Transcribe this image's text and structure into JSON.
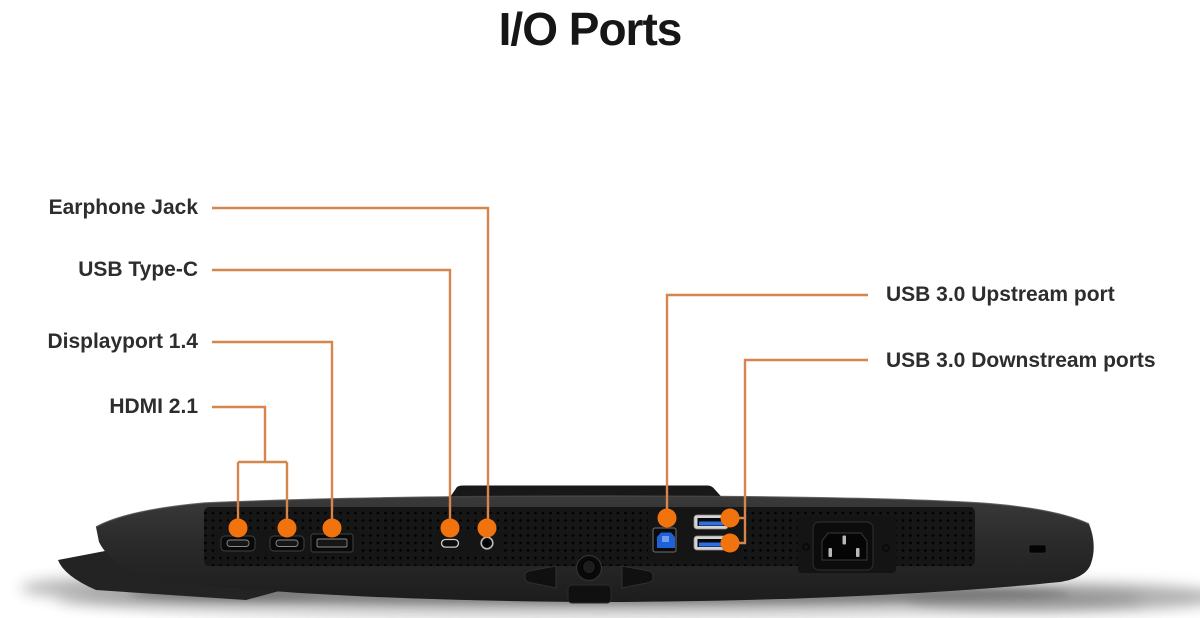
{
  "title": "I/O Ports",
  "colors": {
    "title_text": "#161616",
    "label_text": "#2d2d2d",
    "callout_line": "#d6854c",
    "callout_dot": "#f1730d",
    "monitor_body": "#2b2b2b",
    "port_panel": "#161616",
    "usb_blue": "#2a66da"
  },
  "callouts": {
    "left": [
      {
        "label": "Earphone Jack",
        "port": "earphone-jack"
      },
      {
        "label": "USB Type-C",
        "port": "usb-type-c"
      },
      {
        "label": "Displayport 1.4",
        "port": "displayport-1.4"
      },
      {
        "label": "HDMI 2.1",
        "port": "hdmi-2.1",
        "port_count": 2
      }
    ],
    "right": [
      {
        "label": "USB 3.0 Upstream port",
        "port": "usb-3.0-upstream"
      },
      {
        "label": "USB 3.0 Downstream ports",
        "port": "usb-3.0-downstream",
        "port_count": 2
      }
    ]
  }
}
